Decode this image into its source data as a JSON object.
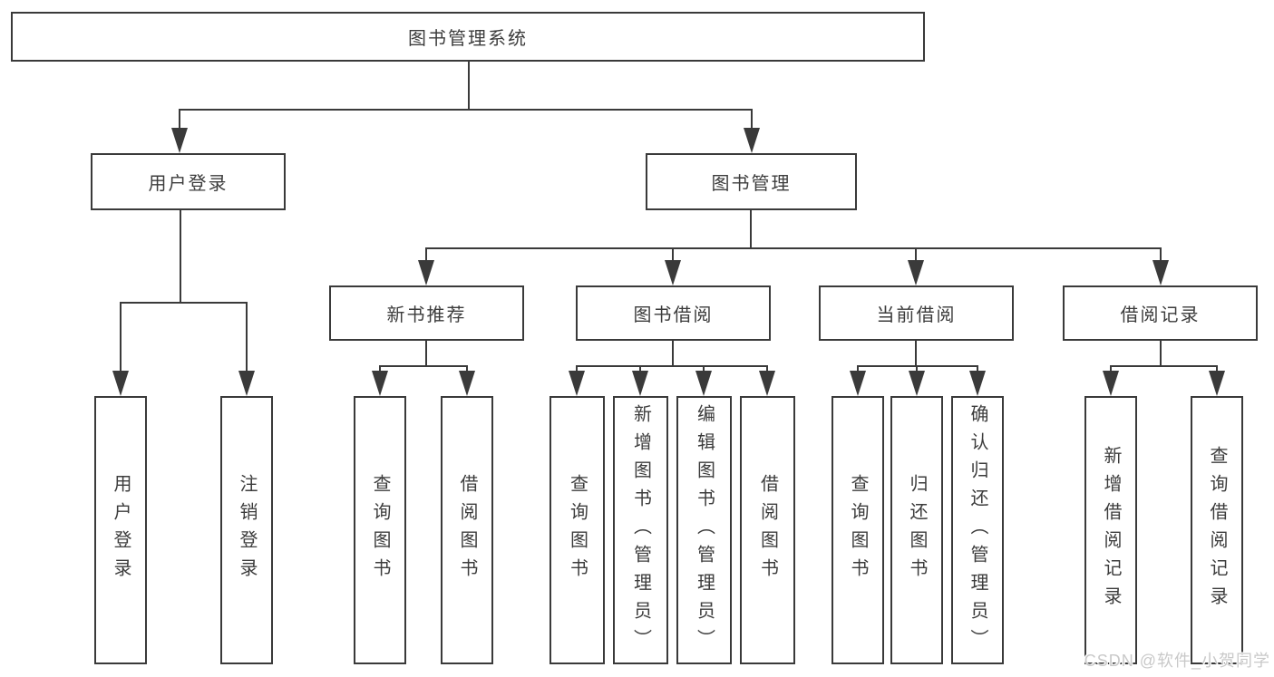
{
  "nodes": {
    "root": "图书管理系统",
    "l1_user_login": "用户登录",
    "l1_book_mgmt": "图书管理",
    "l2_new_books": "新书推荐",
    "l2_book_borrow": "图书借阅",
    "l2_current_borrow": "当前借阅",
    "l2_borrow_records": "借阅记录",
    "leaf_user_login": "用户登录",
    "leaf_logout": "注销登录",
    "leaf_nb_query_books": "查询图书",
    "leaf_nb_borrow_books": "借阅图书",
    "leaf_bb_query_books": "查询图书",
    "leaf_bb_add_books": "新增图书（管理员）",
    "leaf_bb_edit_books": "编辑图书（管理员）",
    "leaf_bb_borrow_books": "借阅图书",
    "leaf_cb_query_books": "查询图书",
    "leaf_cb_return_books": "归还图书",
    "leaf_cb_confirm_return": "确认归还（管理员）",
    "leaf_br_add_record": "新增借阅记录",
    "leaf_br_query_record": "查询借阅记录"
  },
  "tree": {
    "图书管理系统": {
      "用户登录": [
        "用户登录",
        "注销登录"
      ],
      "图书管理": {
        "新书推荐": [
          "查询图书",
          "借阅图书"
        ],
        "图书借阅": [
          "查询图书",
          "新增图书（管理员）",
          "编辑图书（管理员）",
          "借阅图书"
        ],
        "当前借阅": [
          "查询图书",
          "归还图书",
          "确认归还（管理员）"
        ],
        "借阅记录": [
          "新增借阅记录",
          "查询借阅记录"
        ]
      }
    }
  },
  "watermark": "CSDN @软件_小贺同学",
  "colors": {
    "line": "#3a3a3a",
    "text": "#3c3c3c",
    "background": "#ffffff",
    "watermark": "#c9c9c9"
  }
}
